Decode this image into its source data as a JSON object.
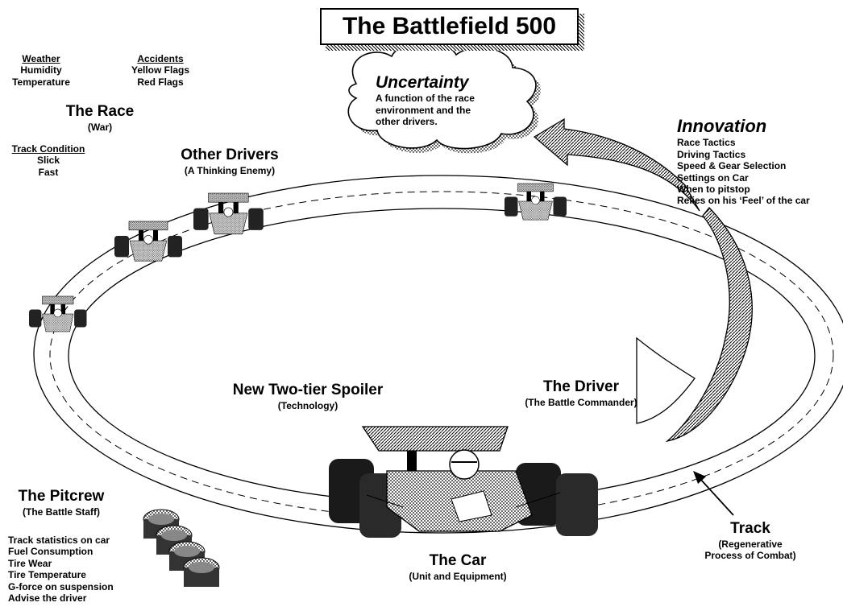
{
  "title": "The Battlefield 500",
  "weather": {
    "heading": "Weather",
    "items": [
      "Humidity",
      "Temperature"
    ]
  },
  "accidents": {
    "heading": "Accidents",
    "items": [
      "Yellow Flags",
      "Red Flags"
    ]
  },
  "race": {
    "title": "The Race",
    "subtitle": "(War)"
  },
  "track_condition": {
    "heading": "Track Condition",
    "items": [
      "Slick",
      "Fast"
    ]
  },
  "other_drivers": {
    "title": "Other Drivers",
    "subtitle": "(A Thinking Enemy)"
  },
  "uncertainty": {
    "title": "Uncertainty",
    "lines": [
      "A function of the race",
      "environment and the",
      "other drivers."
    ]
  },
  "innovation": {
    "title": "Innovation",
    "items": [
      "Race Tactics",
      "Driving Tactics",
      "Speed & Gear Selection",
      "Settings on Car",
      "When to pitstop",
      "Relies on his ‘Feel’ of the car"
    ]
  },
  "spoiler": {
    "title": "New Two-tier Spoiler",
    "subtitle": "(Technology)"
  },
  "driver": {
    "title": "The Driver",
    "subtitle": "(The Battle Commander)"
  },
  "pitcrew": {
    "title": "The Pitcrew",
    "subtitle": "(The Battle Staff)",
    "items": [
      "Track statistics on car",
      "Fuel Consumption",
      "Tire Wear",
      "Tire Temperature",
      "G-force on suspension",
      "Advise the driver"
    ]
  },
  "car": {
    "title": "The Car",
    "subtitle": "(Unit and Equipment)"
  },
  "track": {
    "title": "Track",
    "subtitle_lines": [
      "(Regenerative",
      "Process of Combat)"
    ]
  }
}
